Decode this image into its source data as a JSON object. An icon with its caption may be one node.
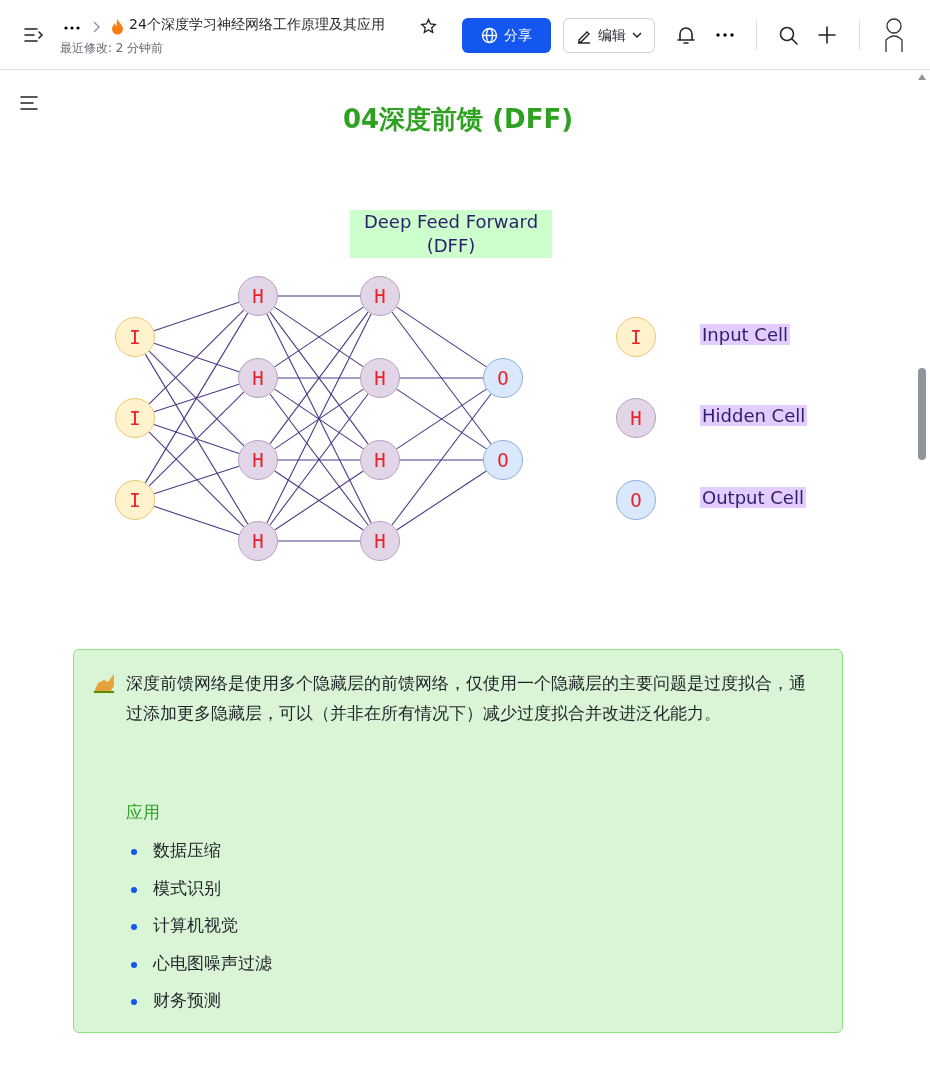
{
  "diagram": {
    "title": "04深度前馈 (DFF)",
    "nodes": [
      {
        "text": [
          "Deep Feed Forward (DFF)"
        ]
      },
      {
        "text": [
          "I"
        ]
      },
      {
        "text": [
          "I"
        ]
      },
      {
        "text": [
          "I"
        ]
      },
      {
        "text": [
          "H"
        ]
      },
      {
        "text": [
          "H"
        ]
      },
      {
        "text": [
          "H"
        ]
      },
      {
        "text": [
          "H"
        ]
      },
      {
        "text": [
          "H"
        ]
      },
      {
        "text": [
          "H"
        ]
      },
      {
        "text": [
          "H"
        ]
      },
      {
        "text": [
          "H"
        ]
      },
      {
        "text": [
          "O"
        ]
      },
      {
        "text": [
          "O"
        ]
      },
      {
        "text": [
          "I"
        ],
        "beside": [
          "Input Cell"
        ]
      },
      {
        "text": [
          "H"
        ],
        "beside": [
          "Hidden Cell"
        ]
      },
      {
        "text": [
          "O"
        ],
        "beside": [
          "Output Cell"
        ]
      }
    ],
    "edges": [
      {
        "from": 1,
        "to": 4,
        "arrow": "none"
      },
      {
        "from": 1,
        "to": 5,
        "arrow": "none"
      },
      {
        "from": 1,
        "to": 6,
        "arrow": "none"
      },
      {
        "from": 1,
        "to": 7,
        "arrow": "none"
      },
      {
        "from": 2,
        "to": 4,
        "arrow": "none"
      },
      {
        "from": 2,
        "to": 5,
        "arrow": "none"
      },
      {
        "from": 2,
        "to": 6,
        "arrow": "none"
      },
      {
        "from": 2,
        "to": 7,
        "arrow": "none"
      },
      {
        "from": 3,
        "to": 4,
        "arrow": "none"
      },
      {
        "from": 3,
        "to": 5,
        "arrow": "none"
      },
      {
        "from": 3,
        "to": 6,
        "arrow": "none"
      },
      {
        "from": 3,
        "to": 7,
        "arrow": "none"
      },
      {
        "from": 4,
        "to": 8,
        "arrow": "none"
      },
      {
        "from": 4,
        "to": 9,
        "arrow": "none"
      },
      {
        "from": 4,
        "to": 10,
        "arrow": "none"
      },
      {
        "from": 4,
        "to": 11,
        "arrow": "none"
      },
      {
        "from": 5,
        "to": 8,
        "arrow": "none"
      },
      {
        "from": 5,
        "to": 9,
        "arrow": "none"
      },
      {
        "from": 5,
        "to": 10,
        "arrow": "none"
      },
      {
        "from": 5,
        "to": 11,
        "arrow": "none"
      },
      {
        "from": 6,
        "to": 8,
        "arrow": "none"
      },
      {
        "from": 6,
        "to": 9,
        "arrow": "none"
      },
      {
        "from": 6,
        "to": 10,
        "arrow": "none"
      },
      {
        "from": 6,
        "to": 11,
        "arrow": "none"
      },
      {
        "from": 7,
        "to": 8,
        "arrow": "none"
      },
      {
        "from": 7,
        "to": 9,
        "arrow": "none"
      },
      {
        "from": 7,
        "to": 10,
        "arrow": "none"
      },
      {
        "from": 7,
        "to": 11,
        "arrow": "none"
      },
      {
        "from": 8,
        "to": 12,
        "arrow": "none"
      },
      {
        "from": 8,
        "to": 13,
        "arrow": "none"
      },
      {
        "from": 9,
        "to": 12,
        "arrow": "none"
      },
      {
        "from": 9,
        "to": 13,
        "arrow": "none"
      },
      {
        "from": 10,
        "to": 12,
        "arrow": "none"
      },
      {
        "from": 10,
        "to": 13,
        "arrow": "none"
      },
      {
        "from": 11,
        "to": 12,
        "arrow": "none"
      },
      {
        "from": 11,
        "to": 13,
        "arrow": "none"
      }
    ],
    "labels": [
      "24个深度学习神经网络工作原理及其应用",
      "最近修改: 2 分钟前",
      "分享",
      "编辑",
      "深度前馈网络是使用多个隐藏层的前馈网络，仅使用一个隐藏层的主要问题是过度拟合，通过添加更多隐藏层，可以（并非在所有情况下）减少过度拟合并改进泛化能力。",
      "应用",
      "数据压缩",
      "模式识别",
      "计算机视觉",
      "心电图噪声过滤",
      "财务预测"
    ]
  }
}
